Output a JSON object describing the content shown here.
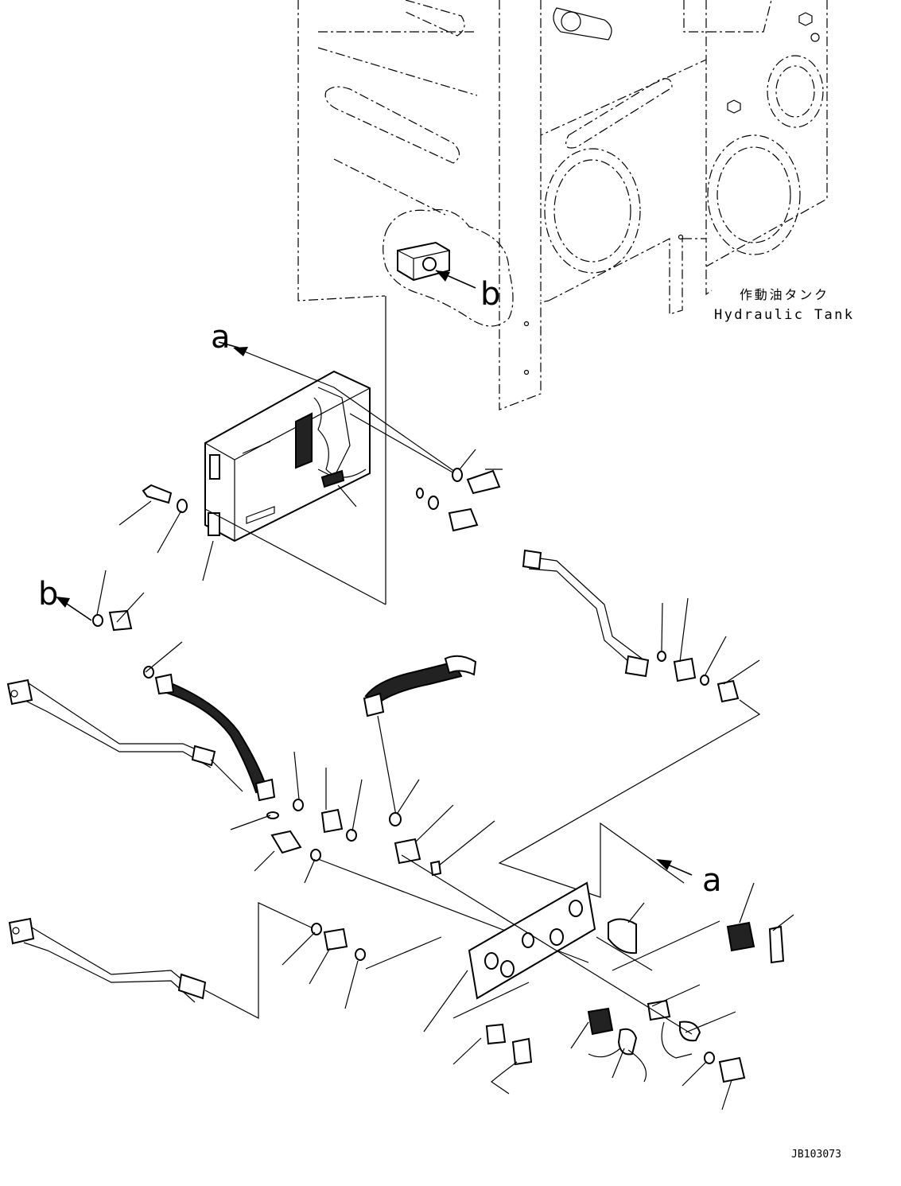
{
  "labels": {
    "tank_jp": "作動油タンク",
    "tank_en": "Hydraulic Tank",
    "ref_a_top": "a",
    "ref_a_bottom": "a",
    "ref_b_top": "b",
    "ref_b_left": "b",
    "drawing_id": "JB103073"
  }
}
